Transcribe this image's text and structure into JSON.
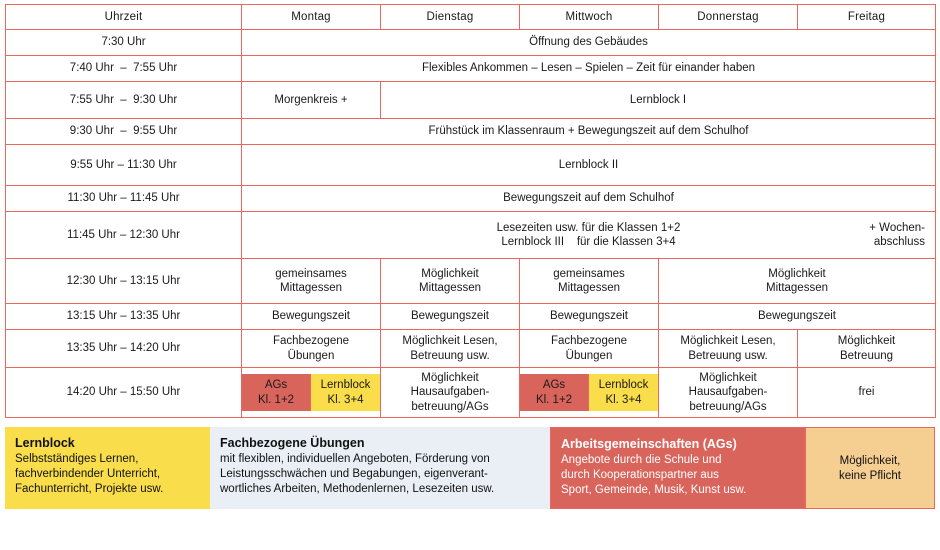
{
  "table": {
    "headers": [
      "Uhrzeit",
      "Montag",
      "Dienstag",
      "Mittwoch",
      "Donnerstag",
      "Freitag"
    ],
    "rows": {
      "r1": {
        "time": "7:30 Uhr",
        "text": "Öffnung des Gebäudes"
      },
      "r2": {
        "time": "7:40 Uhr  –  7:55 Uhr",
        "text": "Flexibles Ankommen   – Lesen – Spielen – Zeit für einander haben"
      },
      "r3": {
        "time": "7:55 Uhr  –  9:30 Uhr",
        "monday": "Morgenkreis +",
        "rest": "Lernblock I"
      },
      "r4": {
        "time": "9:30 Uhr  –  9:55 Uhr",
        "text": "Frühstück im Klassenraum + Bewegungszeit auf dem Schulhof"
      },
      "r5": {
        "time": "9:55 Uhr – 11:30 Uhr",
        "text": "Lernblock II"
      },
      "r6": {
        "time": "11:30 Uhr – 11:45 Uhr",
        "text": "Bewegungszeit auf dem Schulhof"
      },
      "r7": {
        "time": "11:45 Uhr – 12:30 Uhr",
        "main": "Lesezeiten usw. für die Klassen 1+2\nLernblock III    für die Klassen 3+4",
        "right": "+ Wochen-\nabschluss"
      },
      "r8": {
        "time": "12:30 Uhr – 13:15 Uhr",
        "monday": "gemeinsames\nMittagessen",
        "tuesday": "Möglichkeit\nMittagessen",
        "wednesday": "gemeinsames\nMittagessen",
        "thu_fri": "Möglichkeit\nMittagessen"
      },
      "r9": {
        "time": "13:15 Uhr – 13:35 Uhr",
        "monday": "Bewegungszeit",
        "tuesday": "Bewegungszeit",
        "wednesday": "Bewegungszeit",
        "thu_fri": "Bewegungszeit"
      },
      "r10": {
        "time": "13:35 Uhr – 14:20 Uhr",
        "monday": "Fachbezogene\nÜbungen",
        "tuesday": "Möglichkeit Lesen,\nBetreuung usw.",
        "wednesday": "Fachbezogene\nÜbungen",
        "thursday": "Möglichkeit Lesen,\nBetreuung usw.",
        "friday": "Möglichkeit\nBetreuung"
      },
      "r11": {
        "time": "14:20 Uhr – 15:50 Uhr",
        "monday_ags": "AGs\nKl. 1+2",
        "monday_lernblock": "Lernblock\nKl. 3+4",
        "tuesday": "Möglichkeit\nHausaufgaben-\nbetreuung/AGs",
        "wednesday_ags": "AGs\nKl. 1+2",
        "wednesday_lernblock": "Lernblock\nKl. 3+4",
        "thursday": "Möglichkeit\nHausaufgaben-\nbetreuung/AGs",
        "friday": "frei"
      }
    }
  },
  "legend": {
    "lernblock": {
      "title": "Lernblock",
      "body": "Selbstständiges Lernen,\nfachverbindender Unterricht,\nFachunterricht, Projekte usw."
    },
    "fachbezogene": {
      "title": "Fachbezogene Übungen",
      "body": "mit flexiblen, individuellen Angeboten, Förderung von\nLeistungsschwächen und Begabungen, eigenverant-\nwortliches Arbeiten, Methodenlernen, Lesezeiten usw."
    },
    "ags": {
      "title": "Arbeitsgemeinschaften (AGs)",
      "body": "Angebote durch die Schule und\ndurch Kooperationspartner aus\nSport, Gemeinde, Musik, Kunst usw."
    },
    "moeglichkeit": {
      "body": "Möglichkeit,\nkeine Pflicht"
    }
  },
  "colors": {
    "border": "#E8675E",
    "accent_text": "#E8675E",
    "green": "#7BAF47",
    "yellow": "#F9DD4A",
    "orange_dark": "#EFB25B",
    "orange_light": "#F5CE92",
    "blue": "#D7E4F0",
    "red": "#D9645C"
  }
}
